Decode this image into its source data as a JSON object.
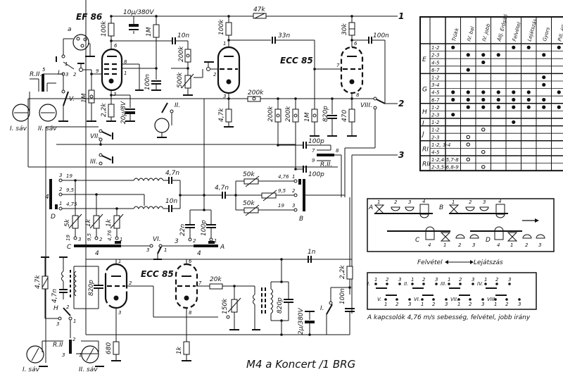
{
  "title": "M4 a   Koncert /1   BRG",
  "tubes": {
    "ef86": "EF 86",
    "ecc85_top": "ECC 85",
    "ecc85_bottom": "ECC 85"
  },
  "components": {
    "c_10u_380": "10µ/380V",
    "r_47k_top": "47k",
    "r_100k_ef86": "100k",
    "r_1m_top": "1M",
    "c_10n": "10n",
    "r_200k_pot": "200k",
    "pot_500k": "500k",
    "c_100n_ef86": "100n",
    "r_1m_grid": "1M",
    "r_2_2k": "2,2k",
    "c_20u_8v": "20µ/8V",
    "r_100k_ecc": "100k",
    "c_33n": "33n",
    "r_30k": "30k",
    "c_100n_out": "100n",
    "r_200k_h": "200k",
    "r_4_7k": "4,7k",
    "r_200k_a": "200k",
    "r_200k_b": "200k",
    "r_1m_mid": "1M",
    "c_820p_top": "820p",
    "r_470": "470",
    "c_100p_a": "100p",
    "c_100p_b": "100p",
    "c_4_7n_a": "4,7n",
    "c_10n_b": "10n",
    "c_4_7n_mid": "4,7n",
    "pot_50k_a": "50k",
    "pot_50k_b": "50k",
    "pot_5k": "5k",
    "pot_1k_a": "1k",
    "pot_1k_b": "1k",
    "c_22n": "22n",
    "c_100p_c": "100p",
    "c_1n": "1n",
    "r_2_2k_b": "2,2k",
    "c_100n_b": "100n",
    "r_4_7k_b": "4,7k",
    "c_4_7n_b": "4,7n",
    "c_820p_b": "820p",
    "r_20k": "20k",
    "pot_150k": "150k",
    "c_820p_c": "820p",
    "c_2u_380": "2µ/380V",
    "r_680": "680",
    "r_1k": "1k"
  },
  "switch_labels": {
    "a": "a",
    "I": "I.",
    "II": "II.",
    "III": "III.",
    "V": "V.",
    "VI": "VI.",
    "VII": "VII.",
    "VIII": "VIII.",
    "RII": "R.II.",
    "RII_b": "R.II.",
    "RII_c": "R.II",
    "H": "H",
    "A": "A",
    "B": "B",
    "C": "C",
    "D": "D",
    "sav1": "I. sáv",
    "sav2": "II. sáv",
    "sav1_b": "I. sáv",
    "sav2_b": "II. sáv"
  },
  "speeds": {
    "s19": "19",
    "s9_5": "9,5",
    "s4_75": "4,75",
    "s4_76": "4,76",
    "s9_5b": "9,5",
    "s19b": "19",
    "s19c": "19",
    "s9_5c": "9,5",
    "s4_76c": "4,76"
  },
  "outputs": [
    "1",
    "2",
    "3"
  ],
  "table": {
    "columns": [
      "Trükk",
      "IV. bal",
      "IV. jobb",
      "Állj. Erősítő",
      "Felvétel",
      "Lejátszás",
      "Gyors",
      "Pill. állj"
    ],
    "groups": [
      {
        "name": "E",
        "rows": [
          {
            "label": "1-2",
            "marks": [
              "●",
              "",
              "",
              "",
              "●",
              "●",
              "",
              "●"
            ]
          },
          {
            "label": "2-3",
            "marks": [
              "",
              "●",
              "●",
              "●",
              "",
              "",
              "●",
              ""
            ]
          },
          {
            "label": "4-5",
            "marks": [
              "",
              "",
              "●",
              "",
              "",
              "",
              "",
              ""
            ]
          },
          {
            "label": "6-7",
            "marks": [
              "",
              "●",
              "",
              "",
              "",
              "",
              "",
              ""
            ]
          }
        ]
      },
      {
        "name": "G",
        "rows": [
          {
            "label": "1-2",
            "marks": [
              "",
              "",
              "",
              "",
              "",
              "",
              "●",
              ""
            ]
          },
          {
            "label": "3-4",
            "marks": [
              "",
              "",
              "",
              "",
              "",
              "",
              "●",
              ""
            ]
          },
          {
            "label": "4-5",
            "marks": [
              "●",
              "●",
              "●",
              "●",
              "●",
              "●",
              "",
              "●"
            ]
          },
          {
            "label": "6-7",
            "marks": [
              "●",
              "●",
              "●",
              "●",
              "●",
              "●",
              "●",
              ""
            ]
          }
        ]
      },
      {
        "name": "H",
        "rows": [
          {
            "label": "1-2",
            "marks": [
              "",
              "●",
              "●",
              "●",
              "●",
              "●",
              "●",
              "●"
            ]
          },
          {
            "label": "2-3",
            "marks": [
              "●",
              "",
              "",
              "",
              "",
              "",
              "",
              ""
            ]
          }
        ]
      },
      {
        "name": "I",
        "rows": [
          {
            "label": "1-2",
            "marks": [
              "",
              "",
              "",
              "",
              "●",
              "",
              "",
              ""
            ]
          }
        ]
      },
      {
        "name": "J",
        "rows": [
          {
            "label": "1-2",
            "marks": [
              "",
              "",
              "○",
              "",
              "",
              "",
              "",
              ""
            ]
          },
          {
            "label": "2-3",
            "marks": [
              "",
              "○",
              "",
              "",
              "",
              "",
              "",
              ""
            ]
          }
        ]
      },
      {
        "name": "RI",
        "rows": [
          {
            "label": "1-2, 3-4",
            "marks": [
              "",
              "○",
              "",
              "",
              "",
              "",
              "",
              ""
            ]
          },
          {
            "label": "4-5",
            "marks": [
              "",
              "",
              "○",
              "",
              "",
              "",
              "",
              ""
            ]
          }
        ]
      },
      {
        "name": "RII",
        "rows": [
          {
            "label": "1-2,4-5,7-8",
            "marks": [
              "",
              "○",
              "",
              "",
              "",
              "",
              "",
              ""
            ]
          },
          {
            "label": "2-3,5-6,8-9",
            "marks": [
              "",
              "",
              "○",
              "",
              "",
              "",
              "",
              ""
            ]
          }
        ]
      }
    ]
  },
  "head_diagram": {
    "groups": [
      "A",
      "B",
      "C",
      "D"
    ],
    "head_numbers": [
      "1",
      "2",
      "3",
      "4"
    ],
    "caption_left": "Felvétel",
    "caption_right": "Lejátszás"
  },
  "switch_diagram": {
    "switches": [
      "I.",
      "II.",
      "III.",
      "IV.",
      "V.",
      "VI.",
      "VII.",
      "VIII."
    ],
    "contacts": [
      "1",
      "2",
      "3"
    ],
    "caption": "A kapcsolók 4,76 m/s sebesség, felvétel, jobb irány"
  }
}
